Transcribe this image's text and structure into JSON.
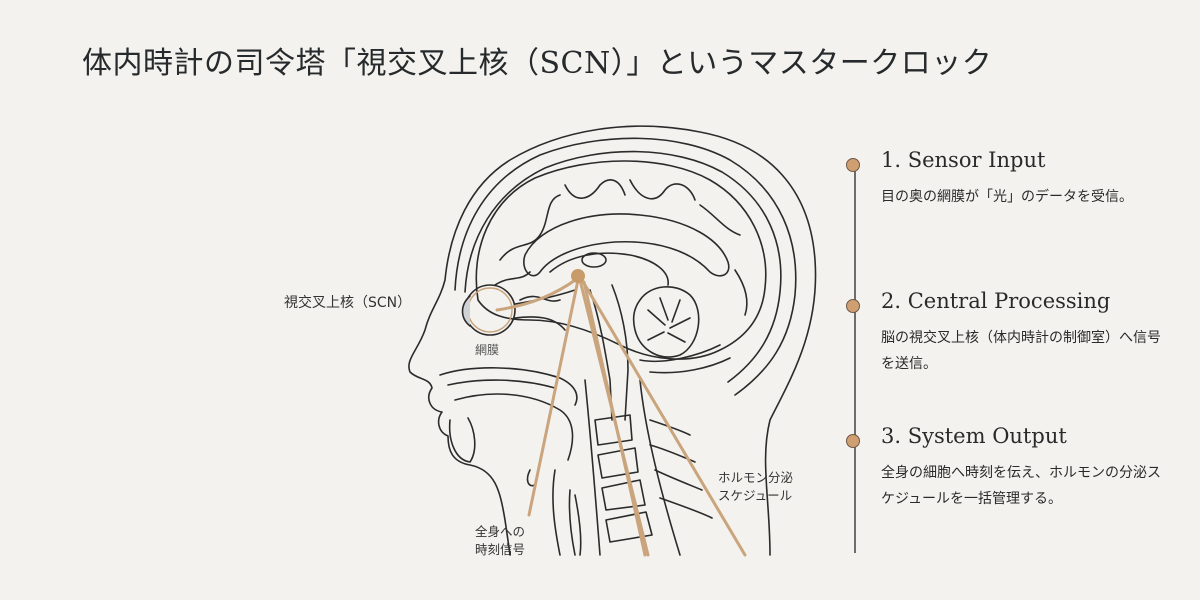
{
  "title": "体内時計の司令塔「視交叉上核（SCN）」というマスタークロック",
  "diagram": {
    "labels": {
      "scn": "視交叉上核（SCN）",
      "retina": "網膜",
      "hormone_line1": "ホルモン分泌",
      "hormone_line2": "スケジュール",
      "signal_line1": "全身への",
      "signal_line2": "時刻信号"
    },
    "colors": {
      "outline": "#2b2b2b",
      "pathway": "#c9a47c",
      "scn_node": "#c89a6a",
      "background": "#f3f2ee"
    }
  },
  "timeline": {
    "steps": [
      {
        "heading": "1. Sensor Input",
        "description": "目の奥の網膜が「光」のデータを受信。"
      },
      {
        "heading": "2. Central Processing",
        "description": "脳の視交叉上核（体内時計の制御室）へ信号を送信。"
      },
      {
        "heading": "3. System Output",
        "description": "全身の細胞へ時刻を伝え、ホルモンの分泌スケジュールを一括管理する。"
      }
    ],
    "dot_color": "#cf9f72"
  }
}
